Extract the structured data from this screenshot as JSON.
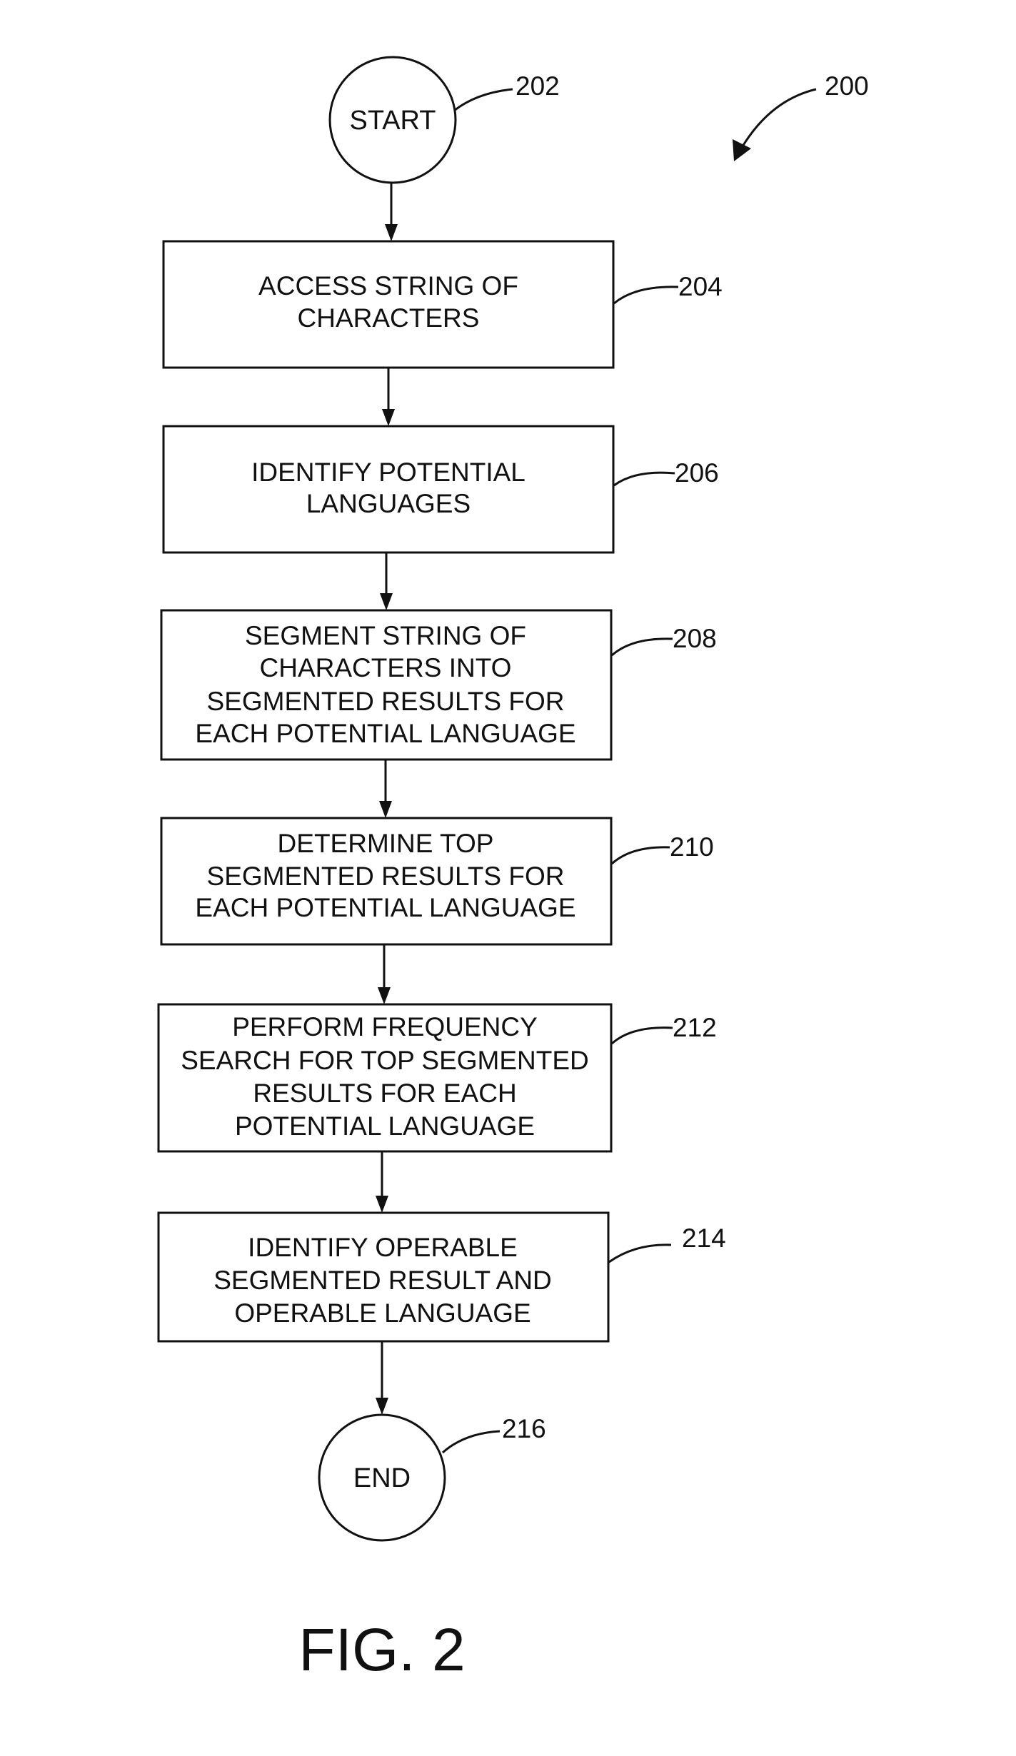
{
  "diagram": {
    "figure_ref": "200",
    "start": {
      "label": "START",
      "ref": "202"
    },
    "steps": [
      {
        "ref": "204",
        "lines": [
          "ACCESS STRING OF",
          "CHARACTERS"
        ]
      },
      {
        "ref": "206",
        "lines": [
          "IDENTIFY POTENTIAL",
          "LANGUAGES"
        ]
      },
      {
        "ref": "208",
        "lines": [
          "SEGMENT STRING OF",
          "CHARACTERS INTO",
          "SEGMENTED RESULTS FOR",
          "EACH POTENTIAL LANGUAGE"
        ]
      },
      {
        "ref": "210",
        "lines": [
          "DETERMINE TOP",
          "SEGMENTED RESULTS FOR",
          "EACH POTENTIAL LANGUAGE"
        ]
      },
      {
        "ref": "212",
        "lines": [
          "PERFORM FREQUENCY",
          "SEARCH FOR TOP SEGMENTED",
          "RESULTS FOR EACH",
          "POTENTIAL LANGUAGE"
        ]
      },
      {
        "ref": "214",
        "lines": [
          "IDENTIFY OPERABLE",
          "SEGMENTED RESULT AND",
          "OPERABLE LANGUAGE"
        ]
      }
    ],
    "end": {
      "label": "END",
      "ref": "216"
    },
    "caption": "FIG. 2"
  }
}
